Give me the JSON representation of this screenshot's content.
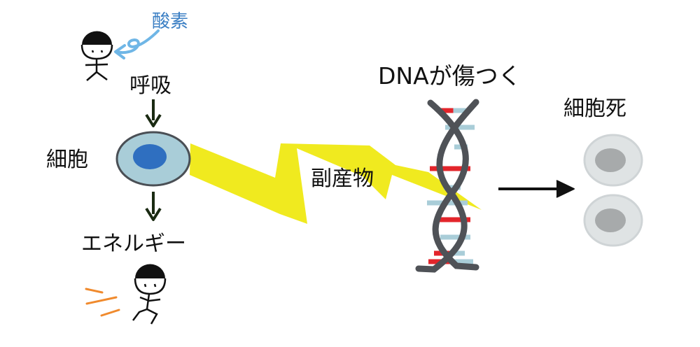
{
  "labels": {
    "oxygen": "酸素",
    "respiration": "呼吸",
    "cell": "細胞",
    "energy": "エネルギー",
    "byproduct": "副産物",
    "dna_damage": "DNAが傷つく",
    "cell_death": "細胞死"
  },
  "colors": {
    "oxygen_text": "#3b7fc4",
    "oxygen_arrow": "#6fb6e6",
    "bolt": "#f0ea1f",
    "cell_body": "#a9cdd8",
    "nucleus": "#2f6fc0",
    "dna_strand": "#4f5257",
    "base_red": "#e3252b",
    "base_blue": "#a9cdd8",
    "dead_cell": "#e2e5e6",
    "motion_lines": "#f08a2d"
  }
}
